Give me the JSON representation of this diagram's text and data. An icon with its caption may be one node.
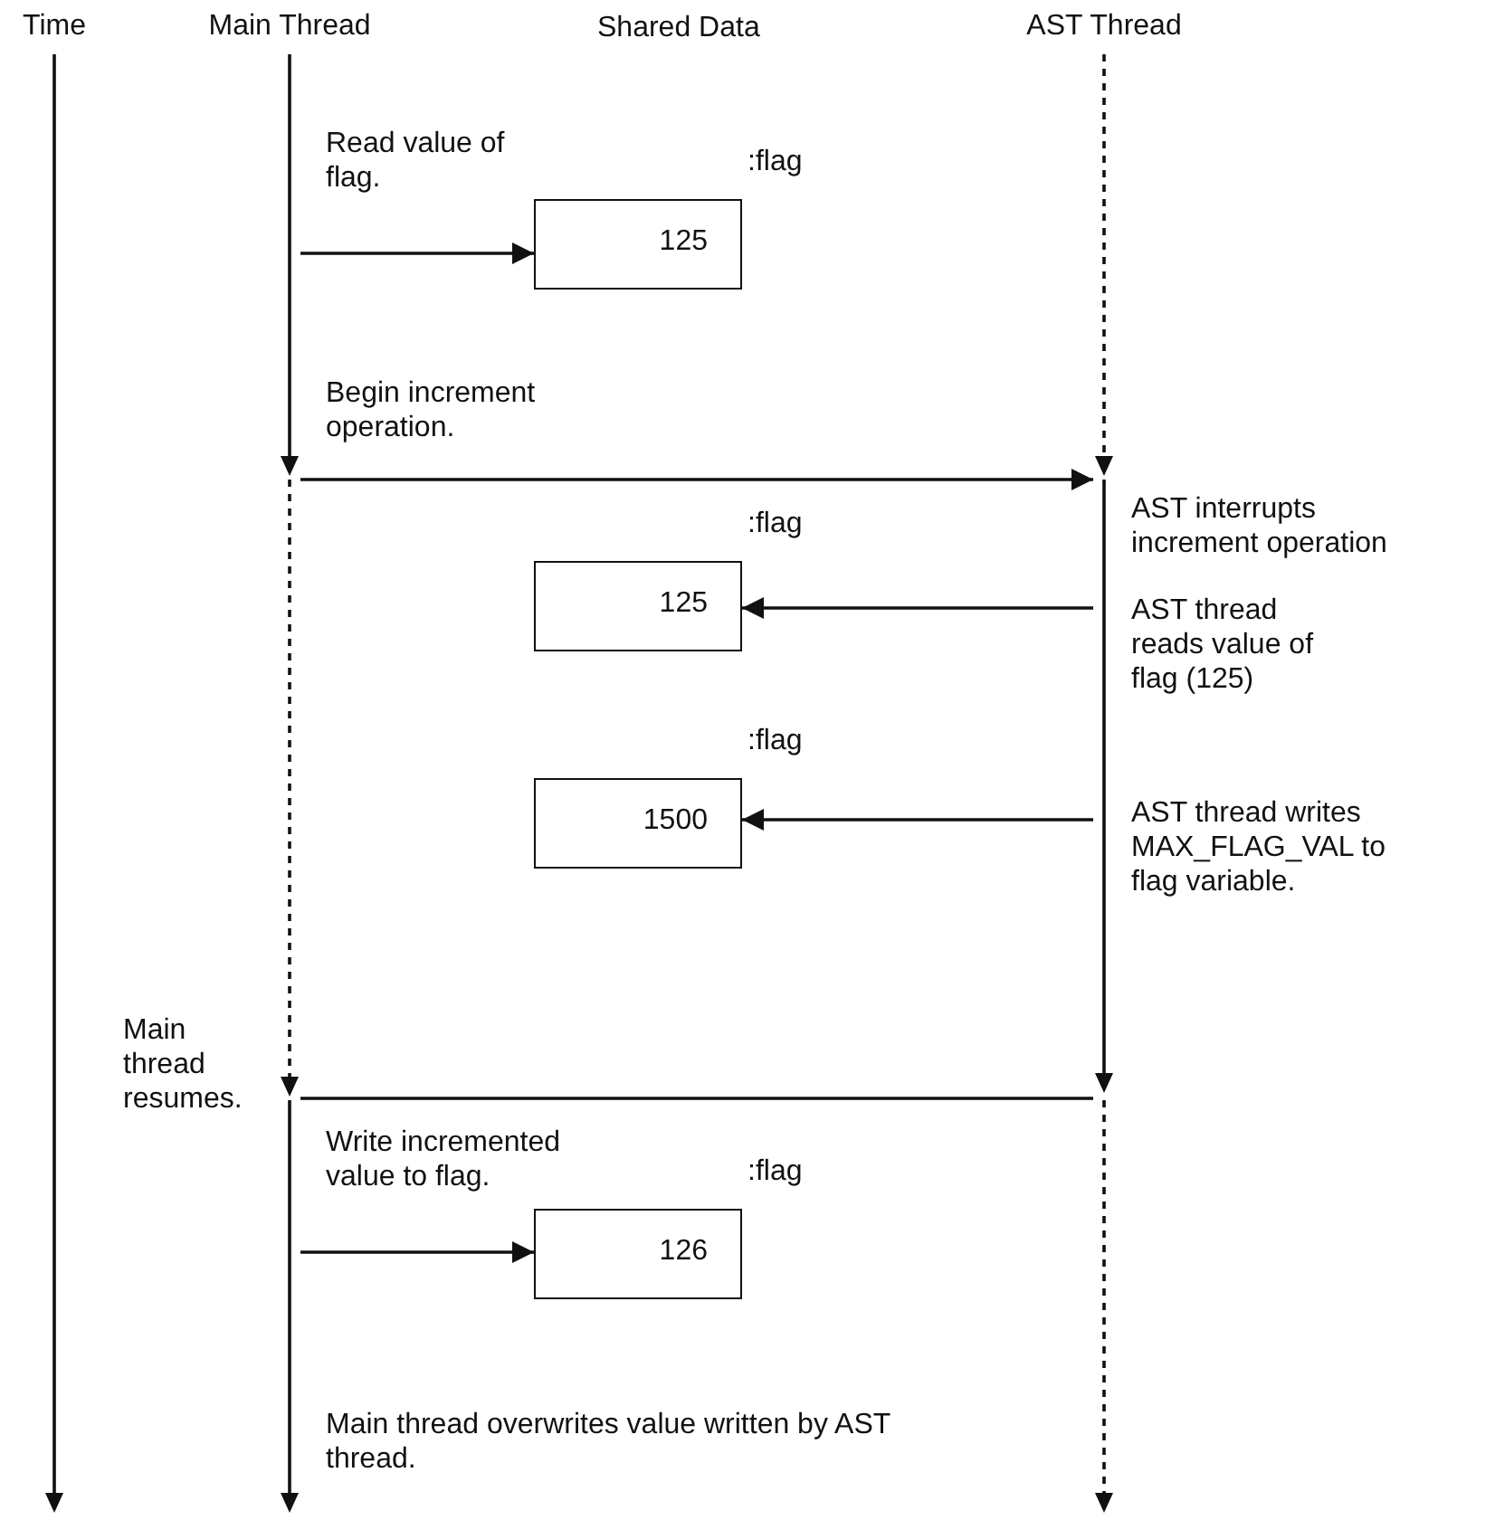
{
  "diagram": {
    "nodes": [
      {
        "text": [
          "Time"
        ]
      },
      {
        "text": [
          "Main Thread"
        ]
      },
      {
        "text": [
          "AST Thread"
        ]
      },
      {
        "text": [
          ":flag",
          "125"
        ]
      },
      {
        "text": [
          ":flag",
          "125"
        ]
      },
      {
        "text": [
          ":flag",
          "1500"
        ]
      },
      {
        "text": [
          ":flag",
          "126"
        ]
      }
    ],
    "edges": [
      {
        "from": 1,
        "to": 3,
        "arrow": "to"
      },
      {
        "from": 1,
        "to": 2,
        "arrow": "to"
      },
      {
        "from": 2,
        "to": 4,
        "arrow": "to"
      },
      {
        "from": 2,
        "to": 5,
        "arrow": "to"
      },
      {
        "from": 2,
        "to": 1,
        "arrow": "none"
      },
      {
        "from": 1,
        "to": 6,
        "arrow": "to"
      }
    ],
    "labels": [
      "Shared Data",
      "Read value of flag.",
      "Begin increment operation.",
      "AST interrupts increment operation",
      "AST thread reads value of flag (125)",
      "AST thread writes MAX_FLAG_VAL to flag variable.",
      "Main thread resumes.",
      "Write incremented value to flag.",
      "Main thread overwrites value written by AST thread."
    ]
  }
}
